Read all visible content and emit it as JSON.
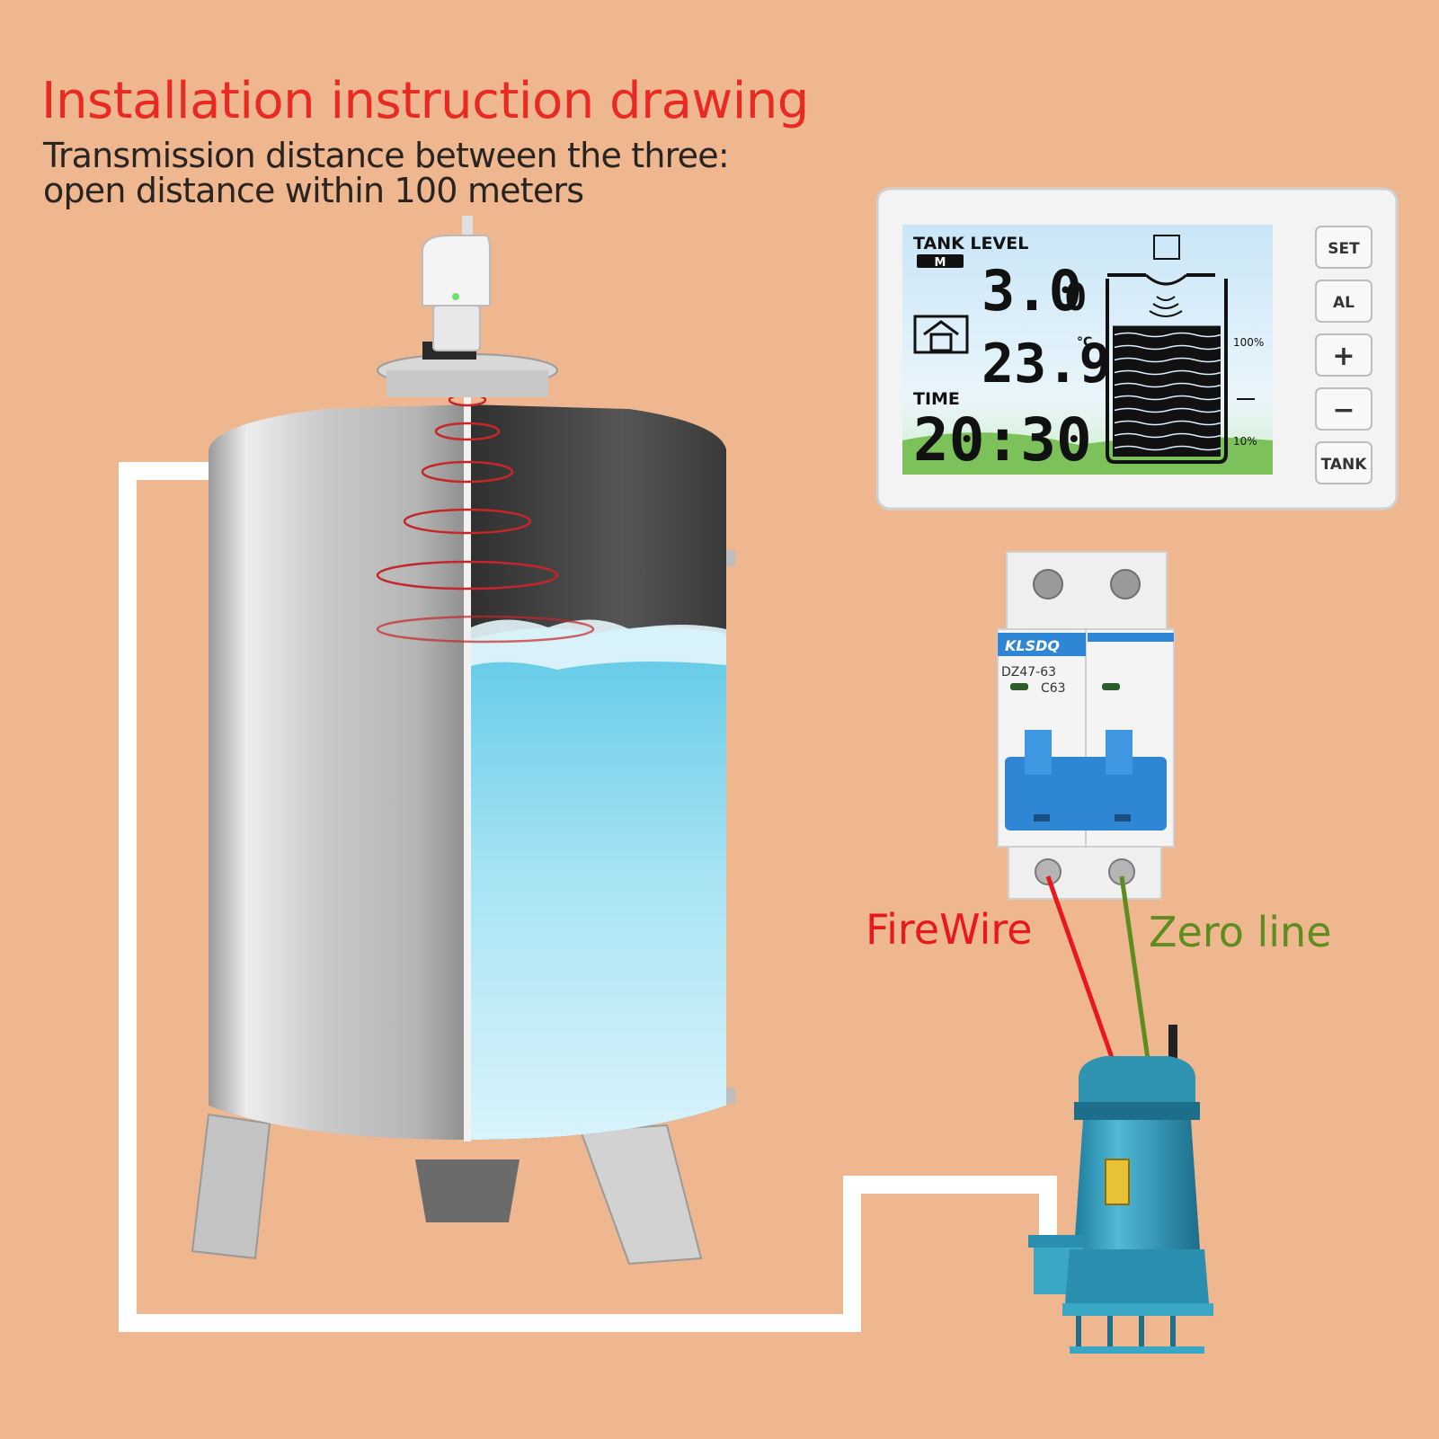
{
  "heading": {
    "title": "Installation instruction drawing",
    "subtitle_line1": "Transmission distance between the three:",
    "subtitle_line2": "open distance within 100 meters"
  },
  "monitor": {
    "tank_level_label": "TANK LEVEL",
    "unit_badge": "M",
    "level_value": "3.0",
    "level_suffix": "0",
    "temp_unit": "°C",
    "temp_value": "23.9",
    "time_label": "TIME",
    "time_value": "20:30",
    "pct_high": "100%",
    "pct_low": "10%",
    "fill_level": 0.75,
    "buttons": [
      "SET",
      "AL",
      "+",
      "−",
      "TANK"
    ]
  },
  "breaker": {
    "brand": "KLSDQ",
    "model": "DZ47-63",
    "rating": "C63"
  },
  "wires": {
    "fire_label": "FireWire",
    "zero_label": "Zero line",
    "fire_color": "#E8191E",
    "zero_color": "#5E8C1E"
  },
  "colors": {
    "background": "#EEB78F",
    "pipe": "#FFFFFF",
    "pump": "#3AA7C4",
    "title": "#E82A22"
  }
}
